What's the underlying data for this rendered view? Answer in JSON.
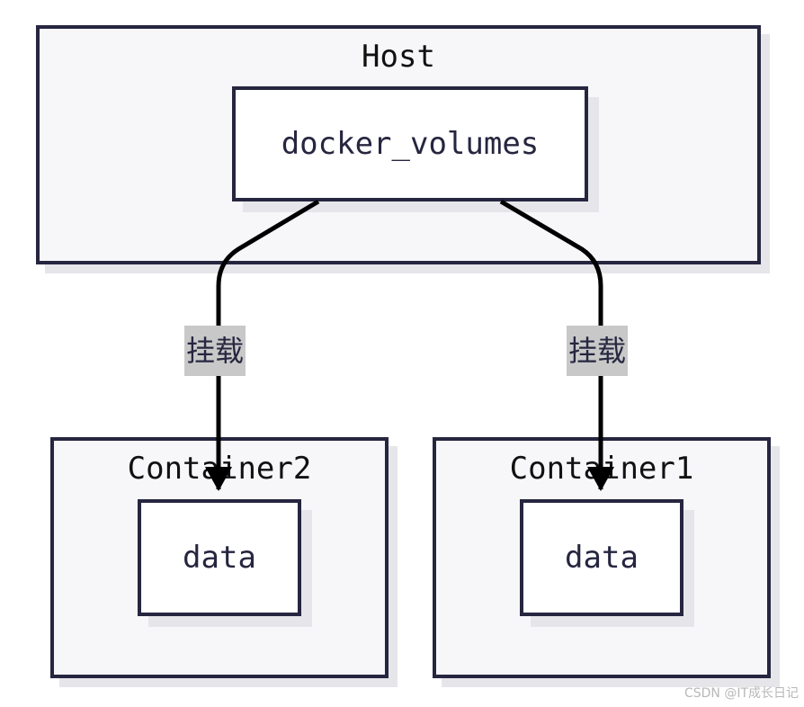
{
  "diagram": {
    "host": {
      "title": "Host",
      "node": "docker_volumes"
    },
    "container2": {
      "title": "Container2",
      "node": "data"
    },
    "container1": {
      "title": "Container1",
      "node": "data"
    },
    "edges": [
      {
        "from": "docker_volumes",
        "to": "Container2.data",
        "label": "挂载"
      },
      {
        "from": "docker_volumes",
        "to": "Container1.data",
        "label": "挂载"
      }
    ]
  },
  "colors": {
    "border": "#262640",
    "group_fill": "#f7f7fa",
    "edge": "#000000",
    "label_bg": "#c8c8c8"
  },
  "watermark": "CSDN @IT成长日记"
}
